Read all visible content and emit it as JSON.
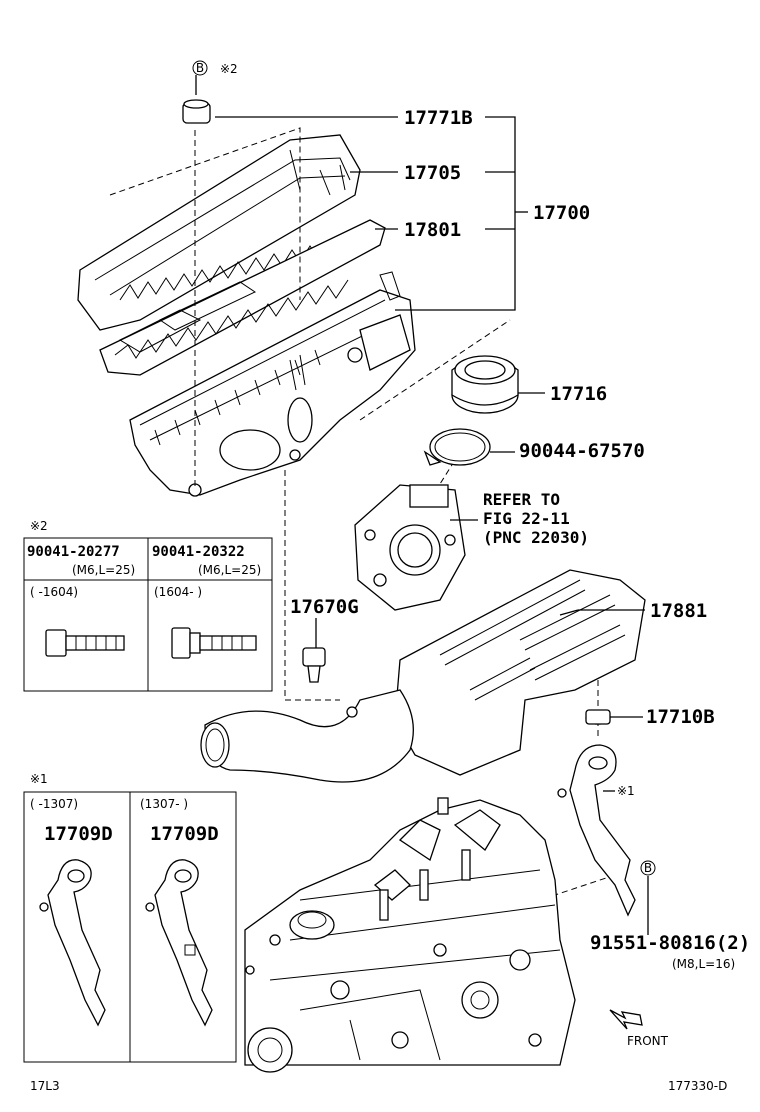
{
  "figure": {
    "page_code": "17L3",
    "figure_code": "177330-D"
  },
  "callouts": {
    "p17771b": "17771B",
    "p17705": "17705",
    "p17801": "17801",
    "p17700": "17700",
    "p17716": "17716",
    "p90044": "90044-67570",
    "p17670g": "17670G",
    "p17881": "17881",
    "p17710b": "17710B",
    "p91551": "91551-80816(2)",
    "p91551_spec": "(M8,L=16)",
    "ref_line1": "REFER TO",
    "ref_line2": "FIG 22-11",
    "ref_line3": "(PNC 22030)",
    "mark_b": "B",
    "mark_note2": "※2",
    "mark_note1": "※1",
    "front": "FRONT"
  },
  "bolt_table": {
    "note": "※2",
    "col1_part": "90041-20277",
    "col1_spec": "(M6,L=25)",
    "col1_range": "(      -1604)",
    "col2_part": "90041-20322",
    "col2_spec": "(M6,L=25)",
    "col2_range": "(1604-      )"
  },
  "bracket_table": {
    "note": "※1",
    "col1_range": "(      -1307)",
    "col1_part": "17709D",
    "col2_range": "(1307-      )",
    "col2_part": "17709D"
  }
}
